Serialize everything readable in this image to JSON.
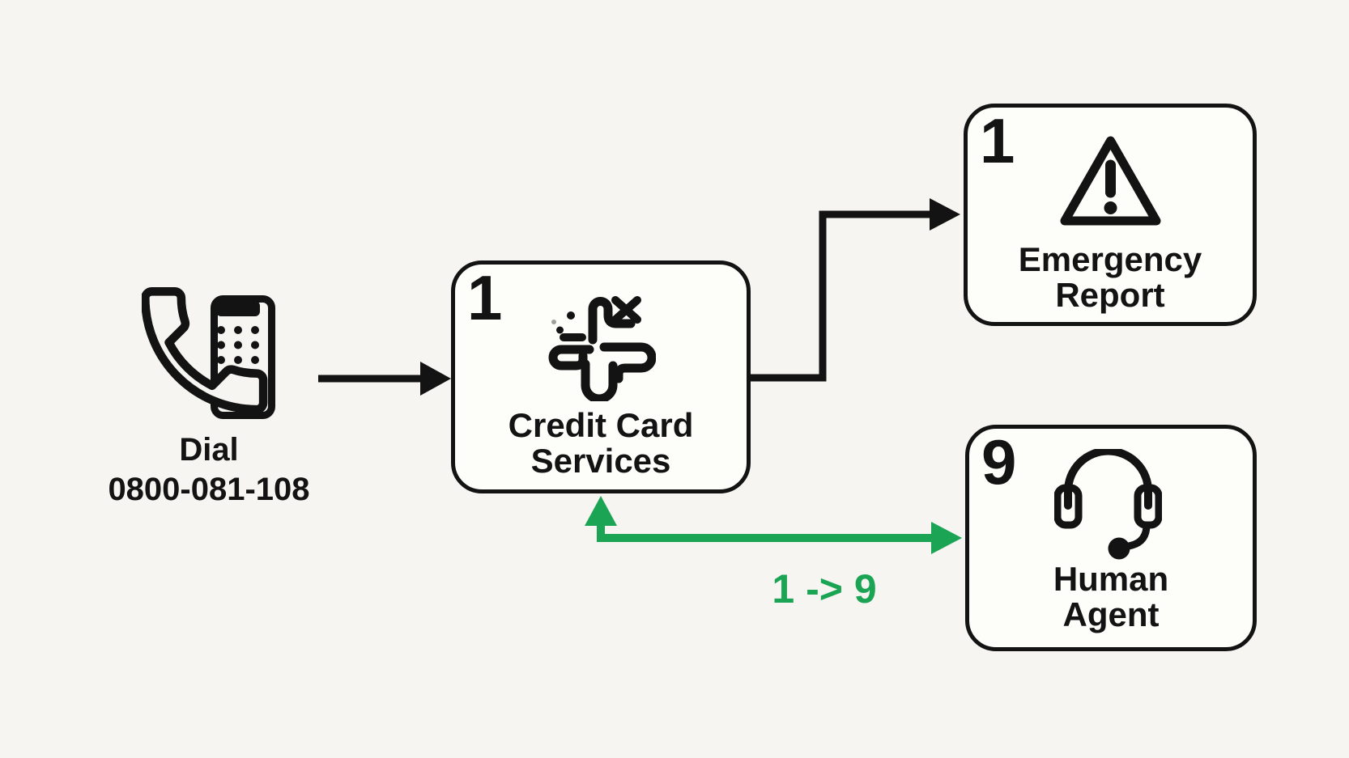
{
  "colors": {
    "ink": "#131313",
    "green_accent": "#1ca455",
    "page_bg": "#f6f5f1",
    "node_bg": "#fdfdfa"
  },
  "dial": {
    "line1": "Dial",
    "line2": "0800-081-108",
    "icon": "phone-keypad-icon"
  },
  "nodes": {
    "credit_card_services": {
      "key": "1",
      "line1": "Credit Card",
      "line2": "Services",
      "icon": "cross-x-icon"
    },
    "emergency_report": {
      "key": "1",
      "line1": "Emergency",
      "line2": "Report",
      "icon": "warning-triangle-icon"
    },
    "human_agent": {
      "key": "9",
      "line1": "Human",
      "line2": "Agent",
      "icon": "headset-icon"
    }
  },
  "edges": {
    "transfer_label": "1 -> 9"
  }
}
